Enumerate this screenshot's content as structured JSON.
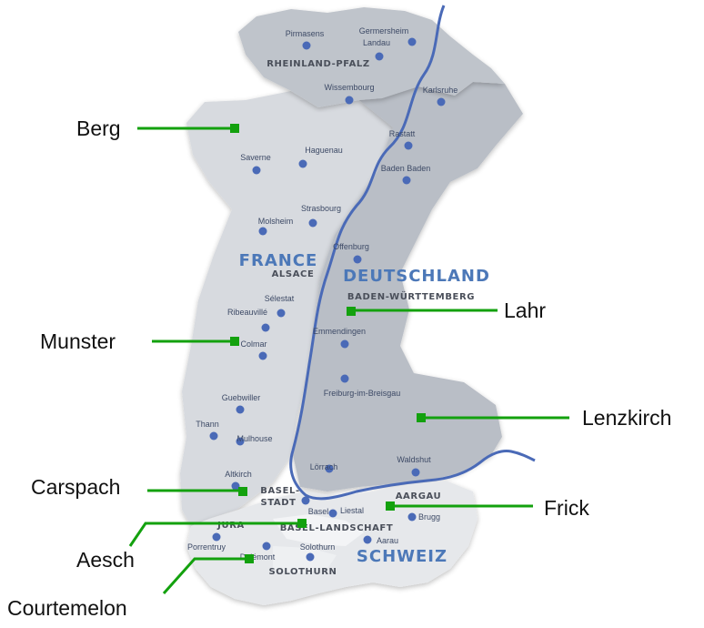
{
  "colors": {
    "map_light": "#d7dadf",
    "map_dark": "#b9bec6",
    "map_top": "#bfc4cb",
    "map_swiss": "#e6e8eb",
    "river": "#4a6ab7",
    "city_dot": "#4a6ab7",
    "country_label": "#4c78b8",
    "callout_line": "#13a10e"
  },
  "countries": {
    "france": "FRANCE",
    "deutschland": "DEUTSCHLAND",
    "schweiz": "SCHWEIZ"
  },
  "regions": {
    "rheinland_pfalz": "RHEINLAND-PFALZ",
    "alsace": "ALSACE",
    "baden_wuerttemberg": "BADEN-WÜRTTEMBERG",
    "basel_stadt_1": "BASEL-",
    "basel_stadt_2": "STADT",
    "basel_landschaft": "BASEL-LANDSCHAFT",
    "jura": "JURA",
    "solothurn": "SOLOTHURN",
    "aargau": "AARGAU"
  },
  "cities": {
    "pirmasens": "Pirmasens",
    "germersheim": "Germersheim",
    "landau": "Landau",
    "wissembourg": "Wissembourg",
    "karlsruhe": "Karlsruhe",
    "rastatt": "Rastatt",
    "haguenau": "Haguenau",
    "saverne": "Saverne",
    "baden_baden": "Baden Baden",
    "strasbourg": "Strasbourg",
    "molsheim": "Molsheim",
    "offenburg": "Offenburg",
    "selestat": "Sélestat",
    "ribeauville": "Ribeauvillé",
    "colmar": "Colmar",
    "emmendingen": "Emmendingen",
    "freiburg": "Freiburg-im-Breisgau",
    "guebwiller": "Guebwiller",
    "thann": "Thann",
    "mulhouse": "Mulhouse",
    "altkirch": "Altkirch",
    "loerrach": "Lörrach",
    "waldshut": "Waldshut",
    "basel": "Basel",
    "liestal": "Liestal",
    "brugg": "Brugg",
    "porrentruy": "Porrentruy",
    "delemont": "Delémont",
    "solothurn": "Solothurn",
    "aarau": "Aarau"
  },
  "callouts": {
    "berg": "Berg",
    "lahr": "Lahr",
    "munster": "Munster",
    "lenzkirch": "Lenzkirch",
    "carspach": "Carspach",
    "frick": "Frick",
    "aesch": "Aesch",
    "courtemelon": "Courtemelon"
  }
}
